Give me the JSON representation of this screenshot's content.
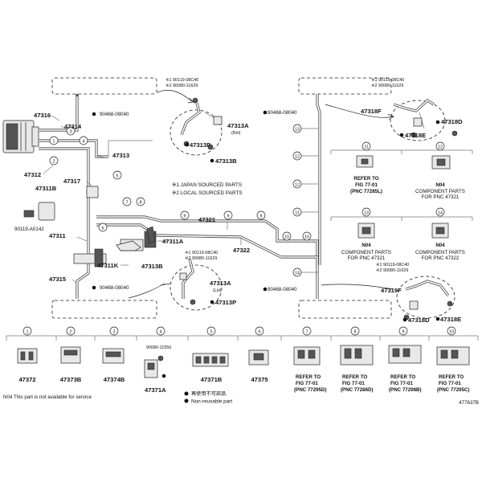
{
  "callouts": {
    "c47316": "47316",
    "c47314": "47314",
    "c47313": "47313",
    "c47312": "47312",
    "c47311b": "47311B",
    "c90119a": "90119-A0142",
    "c47317": "47317",
    "c47311": "47311",
    "c47311a": "47311A",
    "c47311k": "47311K",
    "c47313b_lh": "47313B",
    "c47315": "47315",
    "c47321": "47321",
    "c47322": "47322",
    "c90468_top": "90468-08040",
    "c90468_mid": "90468-08040",
    "c90468_right_top": "90468-08040",
    "c90468_right_bot": "90468-08040",
    "c47313a_rh": "47313A",
    "rh": "(RH)",
    "c47313p_rh": "47313P",
    "c47313b_rh": "47313B",
    "c47313a_lh": "47313A",
    "lh": "(LH)",
    "c47313p_lh": "47313P",
    "c47318f": "47318F",
    "c47318d_top": "47318D",
    "c47318e_top": "47318E",
    "c47319f": "47319F",
    "c47318d_bot": "47318D",
    "c47318e_bot": "47318E",
    "bolt1_top": "※1 90119-08C40",
    "bolt2_top": "※2 90080-11629",
    "bolt1_right_top": "※1 90119-08C40",
    "bolt2_right_top": "※2 90080-11629",
    "bolt1_mid": "※1 90119-08C40",
    "bolt2_mid": "※2 90080-11629",
    "bolt1_right_mid": "※1 90119-08C40",
    "bolt2_right_mid": "※2 90080-11629"
  },
  "legend_sources": {
    "japan": "※1 JAPAN SOURCED PARTS",
    "local": "※2 LOCAL SOURCED PARTS"
  },
  "right_boxes": [
    {
      "num": "11",
      "l1": "REFER TO",
      "l2": "FIG 77-01",
      "l3": "(PNC 77285L)"
    },
    {
      "num": "12",
      "l1": "N04",
      "l2": "COMPONENT PARTS",
      "l3": "FOR PNC 47321"
    },
    {
      "num": "13",
      "l1": "N04",
      "l2": "COMPONENT PARTS",
      "l3": "FOR PNC 47321"
    },
    {
      "num": "14",
      "l1": "N04",
      "l2": "COMPONENT PARTS",
      "l3": "FOR PNC 47322"
    }
  ],
  "bottom_boxes": [
    {
      "num": "1",
      "label": "47372"
    },
    {
      "num": "2",
      "label": "47373B"
    },
    {
      "num": "3",
      "label": "47374B"
    },
    {
      "num": "4",
      "label": "47371A",
      "extra": "90080-11550"
    },
    {
      "num": "5",
      "label": "47371B"
    },
    {
      "num": "6",
      "label": "47375"
    },
    {
      "num": "7",
      "l1": "REFER TO",
      "l2": "FIG 77-01",
      "l3": "(PNC 77295D)"
    },
    {
      "num": "8",
      "l1": "REFER TO",
      "l2": "FIG 77-01",
      "l3": "(PNC 77286D)"
    },
    {
      "num": "9",
      "l1": "REFER TO",
      "l2": "FIG 77-01",
      "l3": "(PNC 77298B)"
    },
    {
      "num": "10",
      "l1": "REFER TO",
      "l2": "FIG 77-01",
      "l3": "(PNC 77295C)"
    }
  ],
  "legend_nonreusable": {
    "jp": "再使用不可部品",
    "en": "Non-reusable part"
  },
  "footer": {
    "note": "N04 This part is not available for service",
    "fig_id": "477637B"
  }
}
